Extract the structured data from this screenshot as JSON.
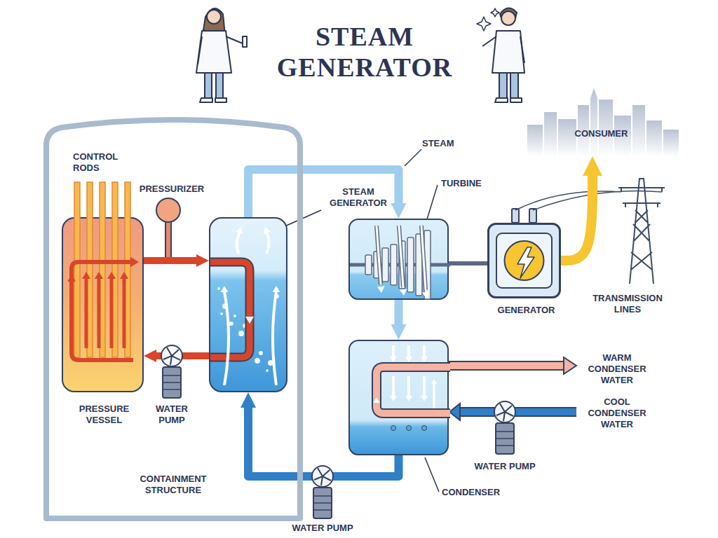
{
  "diagram": {
    "title": "STEAM GENERATOR",
    "nodes": [
      {
        "text": [
          "CONTAINMENT STRUCTURE"
        ]
      },
      {
        "text": [
          "PRESSURE VESSEL"
        ],
        "in": 0
      },
      {
        "text": [
          "STEAM GENERATOR"
        ],
        "in": 0
      },
      {
        "text": [
          "TURBINE"
        ]
      },
      {
        "text": [
          "GENERATOR"
        ]
      },
      {
        "text": [
          "CONDENSER"
        ]
      },
      {
        "text": [
          "CONSUMER"
        ]
      }
    ],
    "edges": [
      {
        "from": 1,
        "to": 2,
        "arrow": "to"
      },
      {
        "from": 2,
        "to": 1,
        "arrow": "to"
      },
      {
        "from": 2,
        "to": 3,
        "label": "STEAM",
        "arrow": "to"
      },
      {
        "from": 3,
        "to": 4,
        "arrow": "none"
      },
      {
        "from": 3,
        "to": 5,
        "arrow": "to"
      },
      {
        "from": 5,
        "to": 2,
        "arrow": "to"
      },
      {
        "from": 4,
        "to": 6,
        "arrow": "to"
      }
    ],
    "labels": [
      "CONTROL RODS",
      "PRESSURIZER",
      "WATER PUMP",
      "WATER PUMP",
      "WATER PUMP",
      "TRANSMISSION LINES",
      "WARM CONDENSER WATER",
      "COOL CONDENSER WATER"
    ]
  }
}
